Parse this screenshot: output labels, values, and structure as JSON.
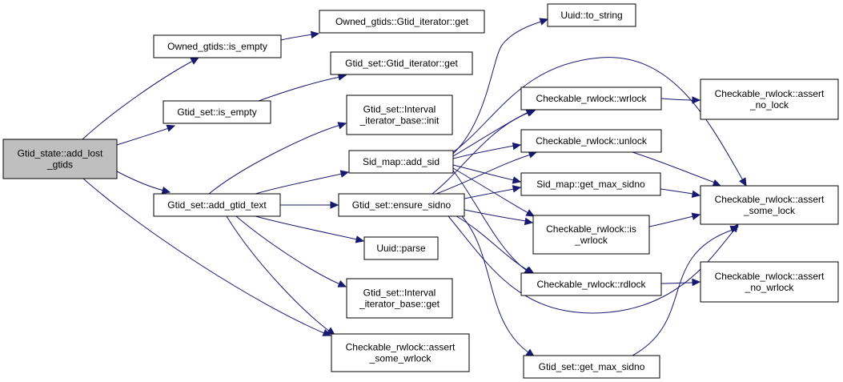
{
  "graph": {
    "nodes": [
      {
        "id": "root",
        "lines": [
          "Gtid_state::add_lost",
          "_gtids"
        ]
      },
      {
        "id": "owned_is_empty",
        "lines": [
          "Owned_gtids::is_empty"
        ]
      },
      {
        "id": "owned_iter_get",
        "lines": [
          "Owned_gtids::Gtid_iterator::get"
        ]
      },
      {
        "id": "gtidset_iter_get",
        "lines": [
          "Gtid_set::Gtid_iterator::get"
        ]
      },
      {
        "id": "gtidset_is_empty",
        "lines": [
          "Gtid_set::is_empty"
        ]
      },
      {
        "id": "interval_init",
        "lines": [
          "Gtid_set::Interval",
          "_iterator_base::init"
        ]
      },
      {
        "id": "add_gtid_text",
        "lines": [
          "Gtid_set::add_gtid_text"
        ]
      },
      {
        "id": "sid_add_sid",
        "lines": [
          "Sid_map::add_sid"
        ]
      },
      {
        "id": "ensure_sidno",
        "lines": [
          "Gtid_set::ensure_sidno"
        ]
      },
      {
        "id": "uuid_parse",
        "lines": [
          "Uuid::parse"
        ]
      },
      {
        "id": "interval_get",
        "lines": [
          "Gtid_set::Interval",
          "_iterator_base::get"
        ]
      },
      {
        "id": "assert_some_wrlock",
        "lines": [
          "Checkable_rwlock::assert",
          "_some_wrlock"
        ]
      },
      {
        "id": "uuid_to_string",
        "lines": [
          "Uuid::to_string"
        ]
      },
      {
        "id": "wrlock",
        "lines": [
          "Checkable_rwlock::wrlock"
        ]
      },
      {
        "id": "unlock",
        "lines": [
          "Checkable_rwlock::unlock"
        ]
      },
      {
        "id": "sid_get_max_sidno",
        "lines": [
          "Sid_map::get_max_sidno"
        ]
      },
      {
        "id": "is_wrlock",
        "lines": [
          "Checkable_rwlock::is",
          "_wrlock"
        ]
      },
      {
        "id": "rdlock",
        "lines": [
          "Checkable_rwlock::rdlock"
        ]
      },
      {
        "id": "gtidset_get_max_sidno",
        "lines": [
          "Gtid_set::get_max_sidno"
        ]
      },
      {
        "id": "assert_no_lock",
        "lines": [
          "Checkable_rwlock::assert",
          "_no_lock"
        ]
      },
      {
        "id": "assert_some_lock",
        "lines": [
          "Checkable_rwlock::assert",
          "_some_lock"
        ]
      },
      {
        "id": "assert_no_wrlock",
        "lines": [
          "Checkable_rwlock::assert",
          "_no_wrlock"
        ]
      }
    ],
    "edges": [
      {
        "from": "root",
        "to": "owned_is_empty"
      },
      {
        "from": "root",
        "to": "gtidset_is_empty"
      },
      {
        "from": "root",
        "to": "add_gtid_text"
      },
      {
        "from": "root",
        "to": "assert_some_wrlock"
      },
      {
        "from": "owned_is_empty",
        "to": "owned_iter_get"
      },
      {
        "from": "gtidset_is_empty",
        "to": "gtidset_iter_get"
      },
      {
        "from": "add_gtid_text",
        "to": "interval_init"
      },
      {
        "from": "add_gtid_text",
        "to": "sid_add_sid"
      },
      {
        "from": "add_gtid_text",
        "to": "ensure_sidno"
      },
      {
        "from": "add_gtid_text",
        "to": "uuid_parse"
      },
      {
        "from": "add_gtid_text",
        "to": "interval_get"
      },
      {
        "from": "add_gtid_text",
        "to": "assert_some_wrlock"
      },
      {
        "from": "sid_add_sid",
        "to": "uuid_to_string"
      },
      {
        "from": "sid_add_sid",
        "to": "wrlock"
      },
      {
        "from": "sid_add_sid",
        "to": "unlock"
      },
      {
        "from": "sid_add_sid",
        "to": "sid_get_max_sidno"
      },
      {
        "from": "sid_add_sid",
        "to": "is_wrlock"
      },
      {
        "from": "sid_add_sid",
        "to": "rdlock"
      },
      {
        "from": "sid_add_sid",
        "to": "assert_some_lock"
      },
      {
        "from": "ensure_sidno",
        "to": "wrlock"
      },
      {
        "from": "ensure_sidno",
        "to": "unlock"
      },
      {
        "from": "ensure_sidno",
        "to": "sid_get_max_sidno"
      },
      {
        "from": "ensure_sidno",
        "to": "is_wrlock"
      },
      {
        "from": "ensure_sidno",
        "to": "rdlock"
      },
      {
        "from": "ensure_sidno",
        "to": "gtidset_get_max_sidno"
      },
      {
        "from": "ensure_sidno",
        "to": "assert_some_lock"
      },
      {
        "from": "wrlock",
        "to": "assert_no_lock"
      },
      {
        "from": "unlock",
        "to": "assert_some_lock"
      },
      {
        "from": "sid_get_max_sidno",
        "to": "assert_some_lock"
      },
      {
        "from": "is_wrlock",
        "to": "assert_some_lock"
      },
      {
        "from": "rdlock",
        "to": "assert_no_wrlock"
      },
      {
        "from": "gtidset_get_max_sidno",
        "to": "assert_some_lock"
      }
    ]
  },
  "colors": {
    "edge": "#191970",
    "node_border": "#000000",
    "node_fill": "#ffffff",
    "root_fill": "#bfbfbf"
  }
}
